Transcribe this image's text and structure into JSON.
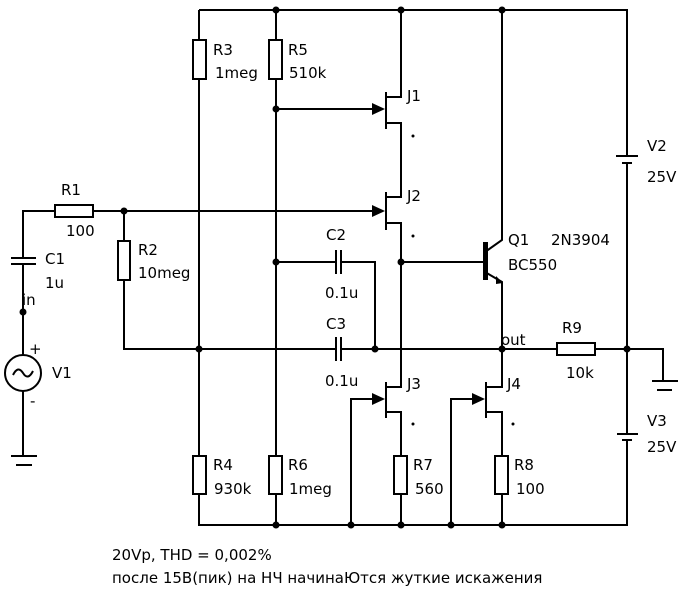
{
  "components": {
    "R1": {
      "ref": "R1",
      "value": "100"
    },
    "R2": {
      "ref": "R2",
      "value": "10meg"
    },
    "R3": {
      "ref": "R3",
      "value": "1meg"
    },
    "R4": {
      "ref": "R4",
      "value": "930k"
    },
    "R5": {
      "ref": "R5",
      "value": "510k"
    },
    "R6": {
      "ref": "R6",
      "value": "1meg"
    },
    "R7": {
      "ref": "R7",
      "value": "560"
    },
    "R8": {
      "ref": "R8",
      "value": "100"
    },
    "R9": {
      "ref": "R9",
      "value": "10k"
    },
    "C1": {
      "ref": "C1",
      "value": "1u"
    },
    "C2": {
      "ref": "C2",
      "value": "0.1u"
    },
    "C3": {
      "ref": "C3",
      "value": "0.1u"
    },
    "V1": {
      "ref": "V1",
      "plus": "+",
      "minus": "-"
    },
    "V2": {
      "ref": "V2",
      "value": "25V"
    },
    "V3": {
      "ref": "V3",
      "value": "25V"
    },
    "J1": {
      "ref": "J1"
    },
    "J2": {
      "ref": "J2"
    },
    "J3": {
      "ref": "J3"
    },
    "J4": {
      "ref": "J4"
    },
    "Q1": {
      "ref": "Q1",
      "model": "2N3904",
      "value": "BC550"
    }
  },
  "nets": {
    "in": "in",
    "out": "out"
  },
  "notes": [
    "20Vp, THD = 0,002%",
    "после 15В(пик) на НЧ начинаЮтся жуткие искажения"
  ]
}
